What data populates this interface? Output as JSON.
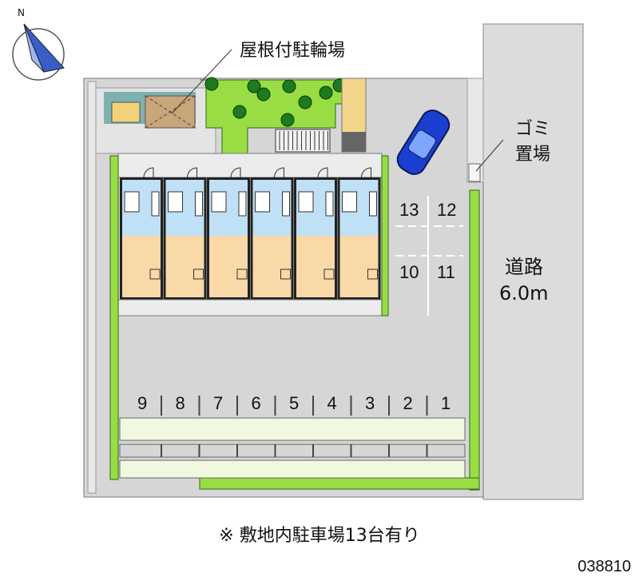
{
  "labels": {
    "bike_parking": "屋根付駐輪場",
    "garbage_line1": "ゴミ",
    "garbage_line2": "置場",
    "road_line1": "道路",
    "road_line2": "6.0m",
    "compass": "N"
  },
  "parking_top": [
    "13",
    "12",
    "10",
    "11"
  ],
  "parking_bottom": [
    "9",
    "8",
    "7",
    "6",
    "5",
    "4",
    "3",
    "2",
    "1"
  ],
  "caption": "※ 敷地内駐車場13台有り",
  "property_code": "038810",
  "colors": {
    "lot": "#d9d9d9",
    "green": "#99dd44",
    "wet_area": "#bfe0f5",
    "room": "#f9d9a8",
    "car": "#1a3fd0",
    "road": "#dcdcdc"
  }
}
